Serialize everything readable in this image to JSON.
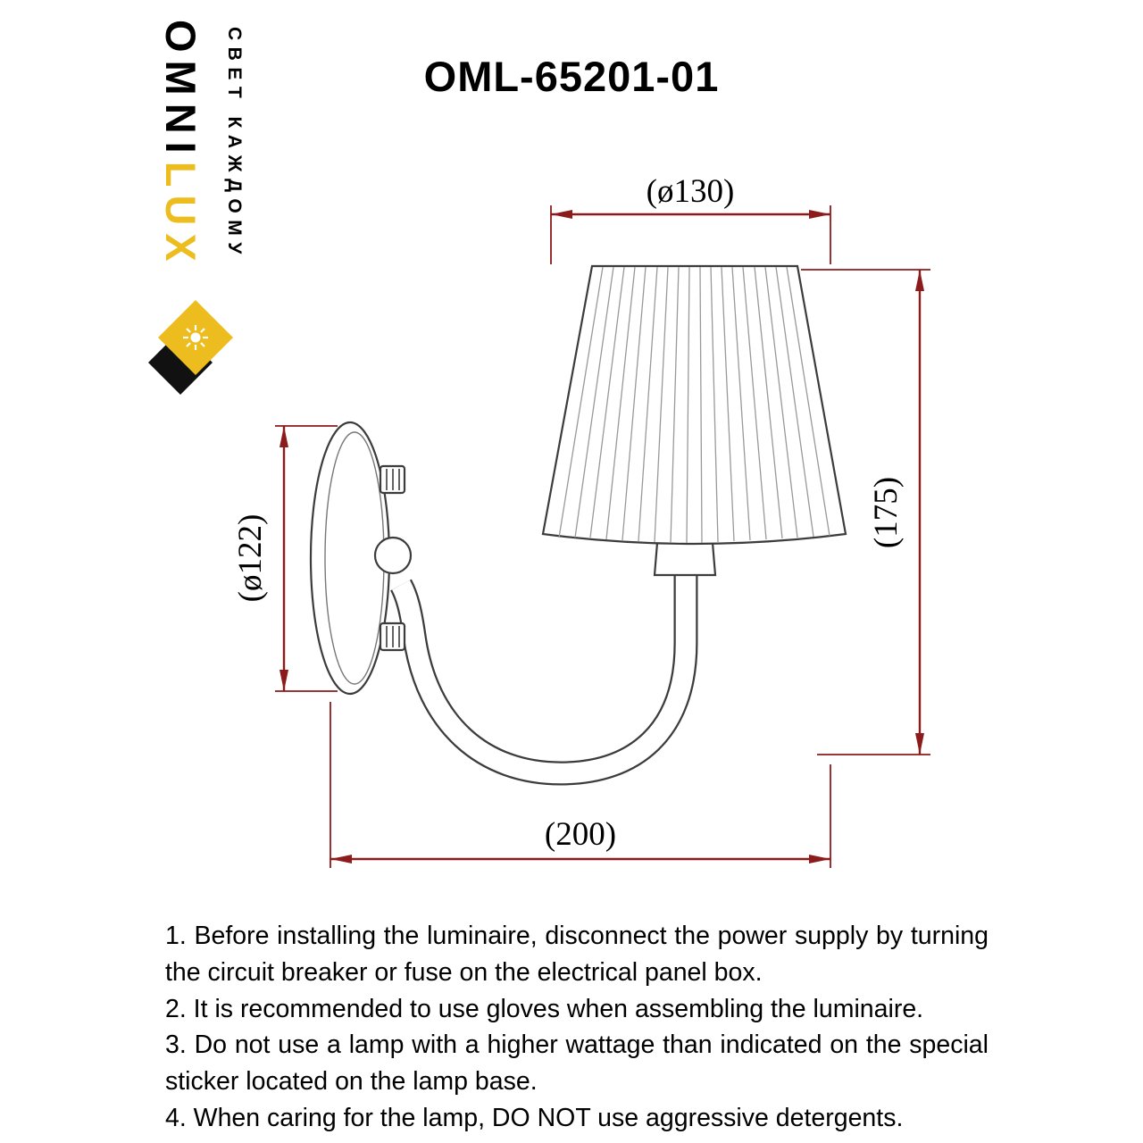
{
  "brand": {
    "name_primary": "OMNI",
    "name_secondary": "LUX",
    "tagline": "СВЕТ КАЖДОМУ",
    "gold": "#edbd1f",
    "brand_icon": "sun-in-diamond"
  },
  "title": "OML-65201-01",
  "diagram": {
    "dim_color": "#8c1b1b",
    "dimensions": {
      "shade_diameter": "(ø130)",
      "height": "(175)",
      "base_diameter": "(ø122)",
      "depth": "(200)"
    }
  },
  "instructions": [
    "1. Before installing the luminaire, disconnect the power supply by turning the circuit breaker or fuse on the electrical panel box.",
    "2. It is recommended to use gloves when assembling the luminaire.",
    "3. Do not use a lamp with a higher wattage than indicated on the special sticker located on the lamp base.",
    "4. When caring for the lamp, DO NOT use aggressive detergents."
  ]
}
